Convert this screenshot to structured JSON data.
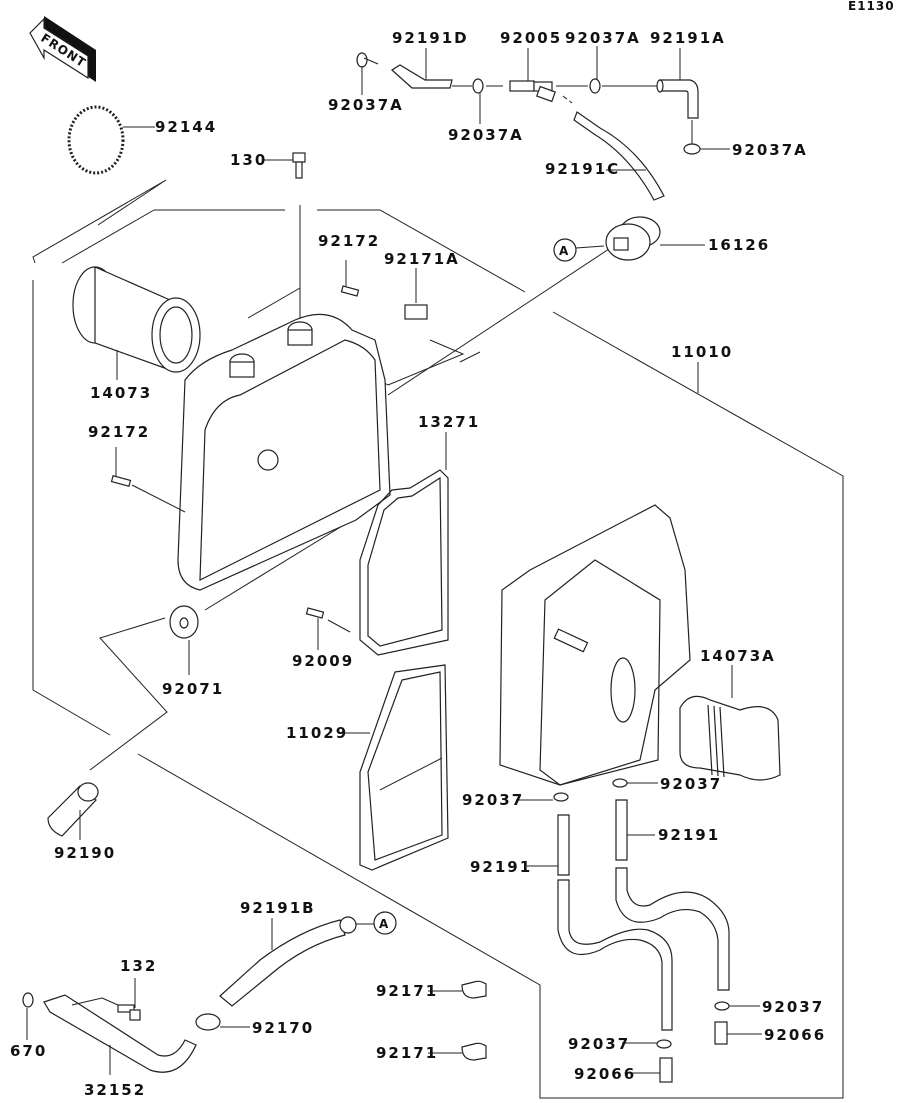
{
  "diagram": {
    "code": "E1130",
    "front_label": "FRONT",
    "ref_marker": "A",
    "parts": [
      {
        "id": "p92144",
        "number": "92144",
        "name": "clamp-spring"
      },
      {
        "id": "p130",
        "number": "130",
        "name": "bolt"
      },
      {
        "id": "p92191D",
        "number": "92191D",
        "name": "hose"
      },
      {
        "id": "p92037A_1",
        "number": "92037A",
        "name": "clip"
      },
      {
        "id": "p92005",
        "number": "92005",
        "name": "fitting"
      },
      {
        "id": "p92037A_2",
        "number": "92037A",
        "name": "clip"
      },
      {
        "id": "p92037A_3",
        "number": "92037A",
        "name": "clip"
      },
      {
        "id": "p92191A",
        "number": "92191A",
        "name": "hose"
      },
      {
        "id": "p92037A_4",
        "number": "92037A",
        "name": "clip"
      },
      {
        "id": "p92191C",
        "number": "92191C",
        "name": "hose"
      },
      {
        "id": "p16126",
        "number": "16126",
        "name": "valve"
      },
      {
        "id": "p92172_1",
        "number": "92172",
        "name": "screw"
      },
      {
        "id": "p92171A",
        "number": "92171A",
        "name": "clamp"
      },
      {
        "id": "p14073",
        "number": "14073",
        "name": "duct"
      },
      {
        "id": "p11010",
        "number": "11010",
        "name": "air-cleaner-assembly"
      },
      {
        "id": "p92172_2",
        "number": "92172",
        "name": "screw"
      },
      {
        "id": "p13271",
        "number": "13271",
        "name": "gasket"
      },
      {
        "id": "p92009",
        "number": "92009",
        "name": "screw"
      },
      {
        "id": "p92071",
        "number": "92071",
        "name": "grommet"
      },
      {
        "id": "p14073A",
        "number": "14073A",
        "name": "duct"
      },
      {
        "id": "p11029",
        "number": "11029",
        "name": "filter-element"
      },
      {
        "id": "p92190",
        "number": "92190",
        "name": "tube"
      },
      {
        "id": "p92037_1",
        "number": "92037",
        "name": "clip"
      },
      {
        "id": "p92037_2",
        "number": "92037",
        "name": "clip"
      },
      {
        "id": "p92191_1",
        "number": "92191",
        "name": "hose"
      },
      {
        "id": "p92191_2",
        "number": "92191",
        "name": "hose"
      },
      {
        "id": "p92191B",
        "number": "92191B",
        "name": "hose"
      },
      {
        "id": "p132",
        "number": "132",
        "name": "bolt"
      },
      {
        "id": "p92171_1",
        "number": "92171",
        "name": "clamp"
      },
      {
        "id": "p92171_2",
        "number": "92171",
        "name": "clamp"
      },
      {
        "id": "p92037_3",
        "number": "92037",
        "name": "clip"
      },
      {
        "id": "p92066_1",
        "number": "92066",
        "name": "plug"
      },
      {
        "id": "p670",
        "number": "670",
        "name": "o-ring"
      },
      {
        "id": "p92170",
        "number": "92170",
        "name": "clamp"
      },
      {
        "id": "p32152",
        "number": "32152",
        "name": "pipe"
      },
      {
        "id": "p92037_4",
        "number": "92037",
        "name": "clip"
      },
      {
        "id": "p92066_2",
        "number": "92066",
        "name": "plug"
      }
    ]
  }
}
